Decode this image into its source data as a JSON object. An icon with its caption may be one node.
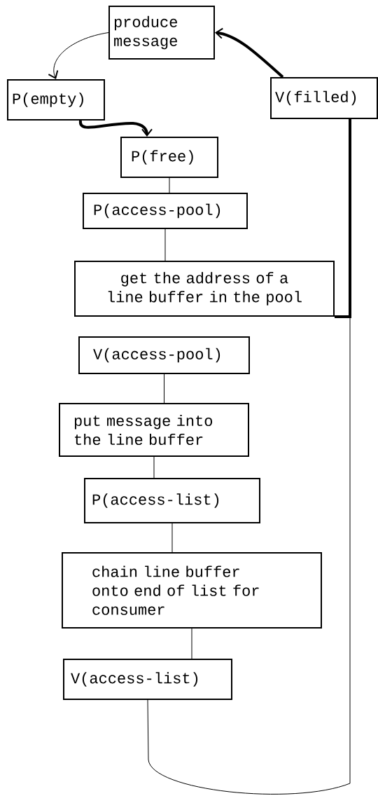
{
  "diagram": {
    "nodes": [
      {
        "text": [
          "produce message"
        ]
      },
      {
        "text": [
          "P(empty)"
        ]
      },
      {
        "text": [
          "V(filled)"
        ]
      },
      {
        "text": [
          "P(free)"
        ]
      },
      {
        "text": [
          "P(access-pool)"
        ]
      },
      {
        "text": [
          "get the address of a line buffer in the pool"
        ]
      },
      {
        "text": [
          "V(access-pool)"
        ]
      },
      {
        "text": [
          "put message into the line buffer"
        ]
      },
      {
        "text": [
          "P(access-list)"
        ]
      },
      {
        "text": [
          "chain line buffer onto end of list for consumer"
        ]
      },
      {
        "text": [
          "V(access-list)"
        ]
      }
    ],
    "edges": [
      {
        "from": 0,
        "to": 1,
        "arrow": "to"
      },
      {
        "from": 1,
        "to": 3,
        "arrow": "to",
        "style": "thick"
      },
      {
        "from": 2,
        "to": 0,
        "arrow": "to",
        "style": "thick"
      },
      {
        "from": 3,
        "to": 4,
        "arrow": "none"
      },
      {
        "from": 4,
        "to": 5,
        "arrow": "none"
      },
      {
        "from": 5,
        "to": 2,
        "arrow": "none",
        "style": "thick"
      },
      {
        "from": 6,
        "to": 7,
        "arrow": "none"
      },
      {
        "from": 7,
        "to": 8,
        "arrow": "none"
      },
      {
        "from": 8,
        "to": 9,
        "arrow": "none"
      },
      {
        "from": 9,
        "to": 10,
        "arrow": "none"
      },
      {
        "from": 10,
        "to": 2,
        "arrow": "none"
      }
    ]
  }
}
